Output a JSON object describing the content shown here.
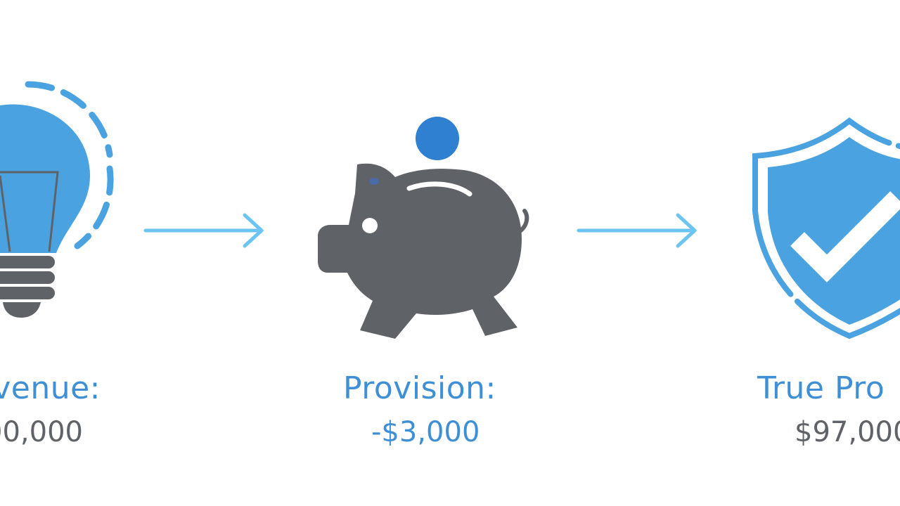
{
  "colors": {
    "accent_blue": "#3e8fd6",
    "light_blue": "#4aa3e0",
    "arrow_blue": "#6cc4f0",
    "coin_blue": "#2f80d0",
    "piggy_gray": "#5f6368",
    "value_gray": "#5f6368"
  },
  "steps": [
    {
      "icon": "lightbulb-icon",
      "label": "venue:",
      "value": "00,000"
    },
    {
      "icon": "piggy-bank-icon",
      "label": "Provision:",
      "value": "-$3,000"
    },
    {
      "icon": "shield-check-icon",
      "label": "True Pro",
      "value": "$97,000"
    }
  ],
  "connectors": [
    "arrow-right-icon",
    "arrow-right-icon"
  ]
}
